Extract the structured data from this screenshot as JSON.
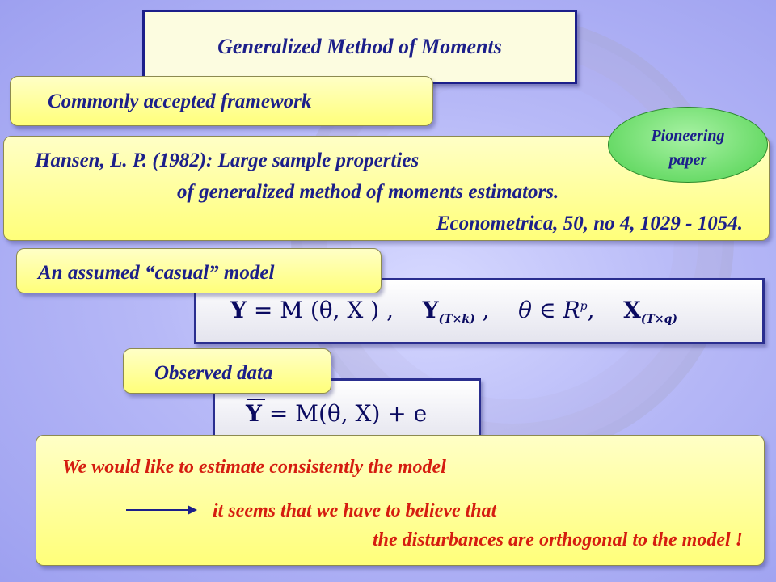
{
  "title": "Generalized Method of Moments",
  "framework_label": "Commonly accepted framework",
  "reference": {
    "line1": "Hansen, L. P. (1982): Large sample properties",
    "line2": "of generalized method of moments estimators.",
    "line3": "Econometrica, 50, no 4, 1029 - 1054."
  },
  "badge": {
    "line1": "Pioneering",
    "line2": "paper"
  },
  "model_label": "An assumed  “casual”  model",
  "equation1": {
    "Y": "Y",
    "eq": "= M (θ, X ) ,",
    "Ysub_base": "Y",
    "Ysub": "(T×k)",
    "comma": ",",
    "theta": "θ ∈ R",
    "theta_sup": "p",
    "comma2": ",",
    "Xsub_base": "X",
    "Xsub": "(T×q)"
  },
  "observed_label": "Observed data",
  "equation2": {
    "Y": "Y",
    "rest": "= M(θ, X) + e"
  },
  "conclusion": {
    "line1": "We would like to estimate consistently the model",
    "line2": "it seems that  we have to believe  that",
    "line3": "the disturbances are  orthogonal to the model !"
  },
  "colors": {
    "navy": "#1c1f8a",
    "red": "#d51d10",
    "yellow": "#ffff7a",
    "green": "#4fd14f",
    "background": "#b7b9f7"
  }
}
